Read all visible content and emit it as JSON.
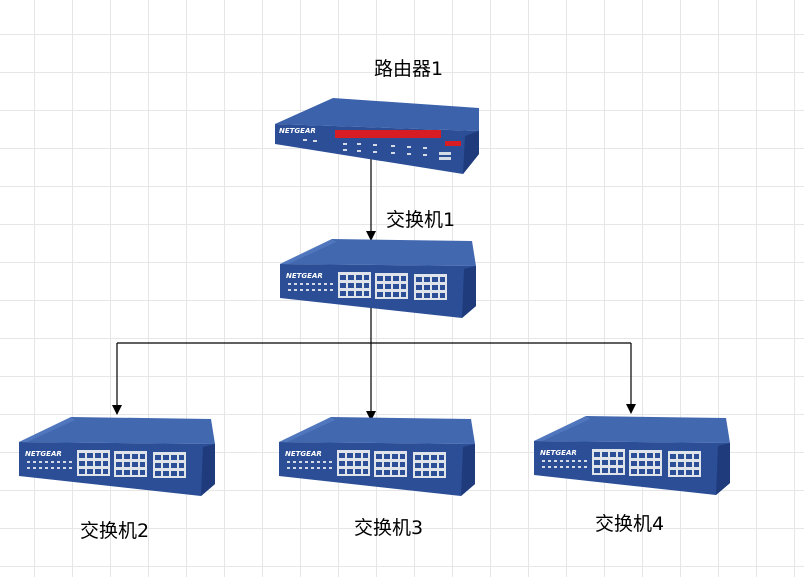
{
  "nodes": {
    "router": {
      "label": "路由器1",
      "brand": "NETGEAR"
    },
    "switch1": {
      "label": "交换机1",
      "brand": "NETGEAR"
    },
    "switch2": {
      "label": "交换机2",
      "brand": "NETGEAR"
    },
    "switch3": {
      "label": "交换机3",
      "brand": "NETGEAR"
    },
    "switch4": {
      "label": "交换机4",
      "brand": "NETGEAR"
    }
  },
  "edges": [
    {
      "from": "router",
      "to": "switch1"
    },
    {
      "from": "switch1",
      "to": "switch2"
    },
    {
      "from": "switch1",
      "to": "switch3"
    },
    {
      "from": "switch1",
      "to": "switch4"
    }
  ],
  "colors": {
    "device_body": "#2c4f96",
    "device_top": "#3d64ad",
    "device_side": "#1e3a78",
    "port": "#dfe3ea",
    "router_panel": "#d81c24",
    "connector": "#000000"
  },
  "icons": {
    "router": "router-icon",
    "switch": "switch-icon"
  }
}
